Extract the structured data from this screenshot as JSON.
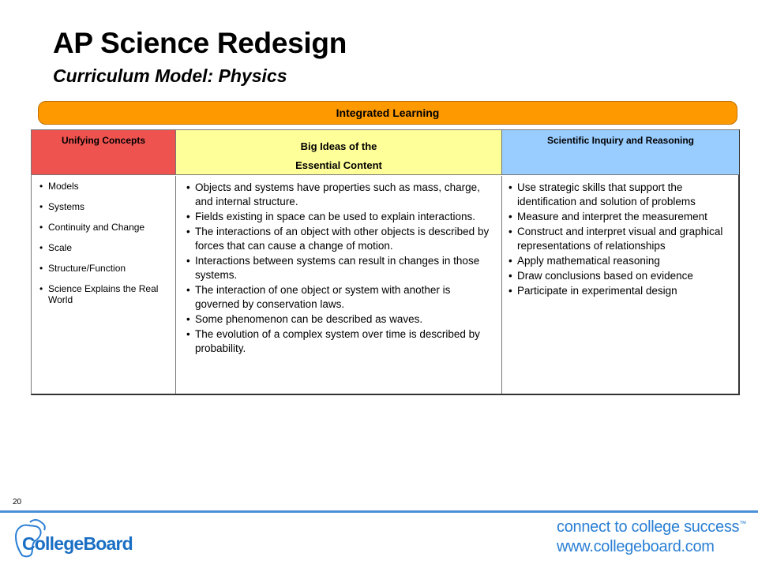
{
  "header": {
    "title": "AP Science Redesign",
    "subtitle": "Curriculum Model: Physics"
  },
  "banner": {
    "label": "Integrated Learning"
  },
  "columns": [
    {
      "heading": "Unifying Concepts",
      "color": "#ef5350",
      "items": [
        "Models",
        "Systems",
        "Continuity and Change",
        "Scale",
        "Structure/Function",
        "Science Explains the Real World"
      ]
    },
    {
      "heading_line1": "Big Ideas of the",
      "heading_line2": "Essential Content",
      "color": "#ffff99",
      "items": [
        "Objects and systems have properties such as mass, charge, and internal structure.",
        "Fields existing in space can be used to explain interactions.",
        "The interactions of an object with other objects is described by forces that can cause a change of motion.",
        "Interactions between systems can result in changes in those systems.",
        "The interaction of one object or system with another is governed by conservation laws.",
        "Some phenomenon can be described as waves.",
        "The evolution of a complex system over time is described by probability."
      ]
    },
    {
      "heading": "Scientific Inquiry and Reasoning",
      "color": "#99ccff",
      "items": [
        "Use strategic skills that support the identification and solution of problems",
        "Measure and interpret the measurement",
        "Construct and interpret visual and graphical representations of relationships",
        "Apply mathematical reasoning",
        "Draw conclusions based on evidence",
        "Participate in experimental design"
      ]
    }
  ],
  "footer": {
    "slide_number": "20",
    "logo_text": "CollegeBoard",
    "tagline_1": "connect to college success",
    "trademark": "™",
    "tagline_2": "www.collegeboard.com"
  }
}
